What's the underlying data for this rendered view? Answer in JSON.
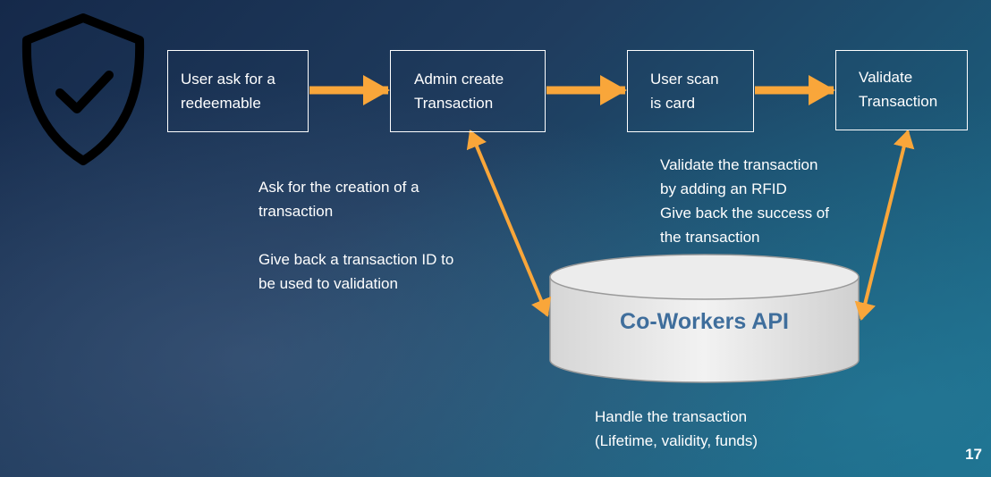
{
  "boxes": [
    {
      "line1": "User ask for a",
      "line2": "redeemable"
    },
    {
      "line1": "Admin create",
      "line2": "Transaction"
    },
    {
      "line1": "User scan",
      "line2": "is card"
    },
    {
      "line1": "Validate",
      "line2": "Transaction"
    }
  ],
  "notes": {
    "create": [
      "Ask for the creation of a",
      "transaction",
      "",
      "Give back a transaction ID to",
      "be used to validation"
    ],
    "validate": [
      "Validate the transaction",
      "by adding an RFID",
      "Give back the success of",
      "the transaction"
    ],
    "handle": [
      "Handle the transaction",
      "(Lifetime, validity, funds)"
    ]
  },
  "api": {
    "label": "Co-Workers API"
  },
  "page_number": "17",
  "colors": {
    "arrow": "#f9a63a",
    "box_border": "#ffffff",
    "api_text": "#3f6e9c",
    "cylinder_fill": "#e8e8e8"
  },
  "icons": {
    "shield": "shield-check-icon"
  }
}
